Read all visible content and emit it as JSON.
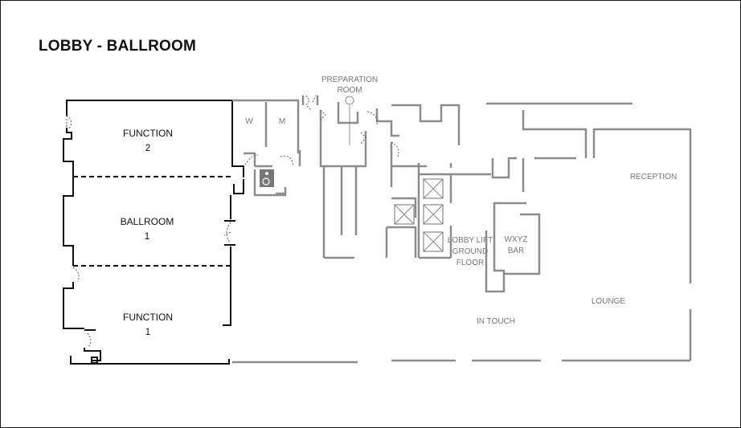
{
  "title": "LOBBY - BALLROOM",
  "rooms": {
    "function2": [
      "FUNCTION",
      "2"
    ],
    "ballroom1": [
      "BALLROOM",
      "1"
    ],
    "function1": [
      "FUNCTION",
      "1"
    ]
  },
  "labels": {
    "w": "W",
    "m": "M",
    "preparation": [
      "PREPARATION",
      "ROOM"
    ],
    "reception": "RECEPTION",
    "lobby_lift": [
      "LOBBY LIFT",
      "GROUND",
      "FLOOR"
    ],
    "bar": [
      "WXYZ",
      "BAR"
    ],
    "lounge": "LOUNGE",
    "in_touch": "IN TOUCH"
  }
}
